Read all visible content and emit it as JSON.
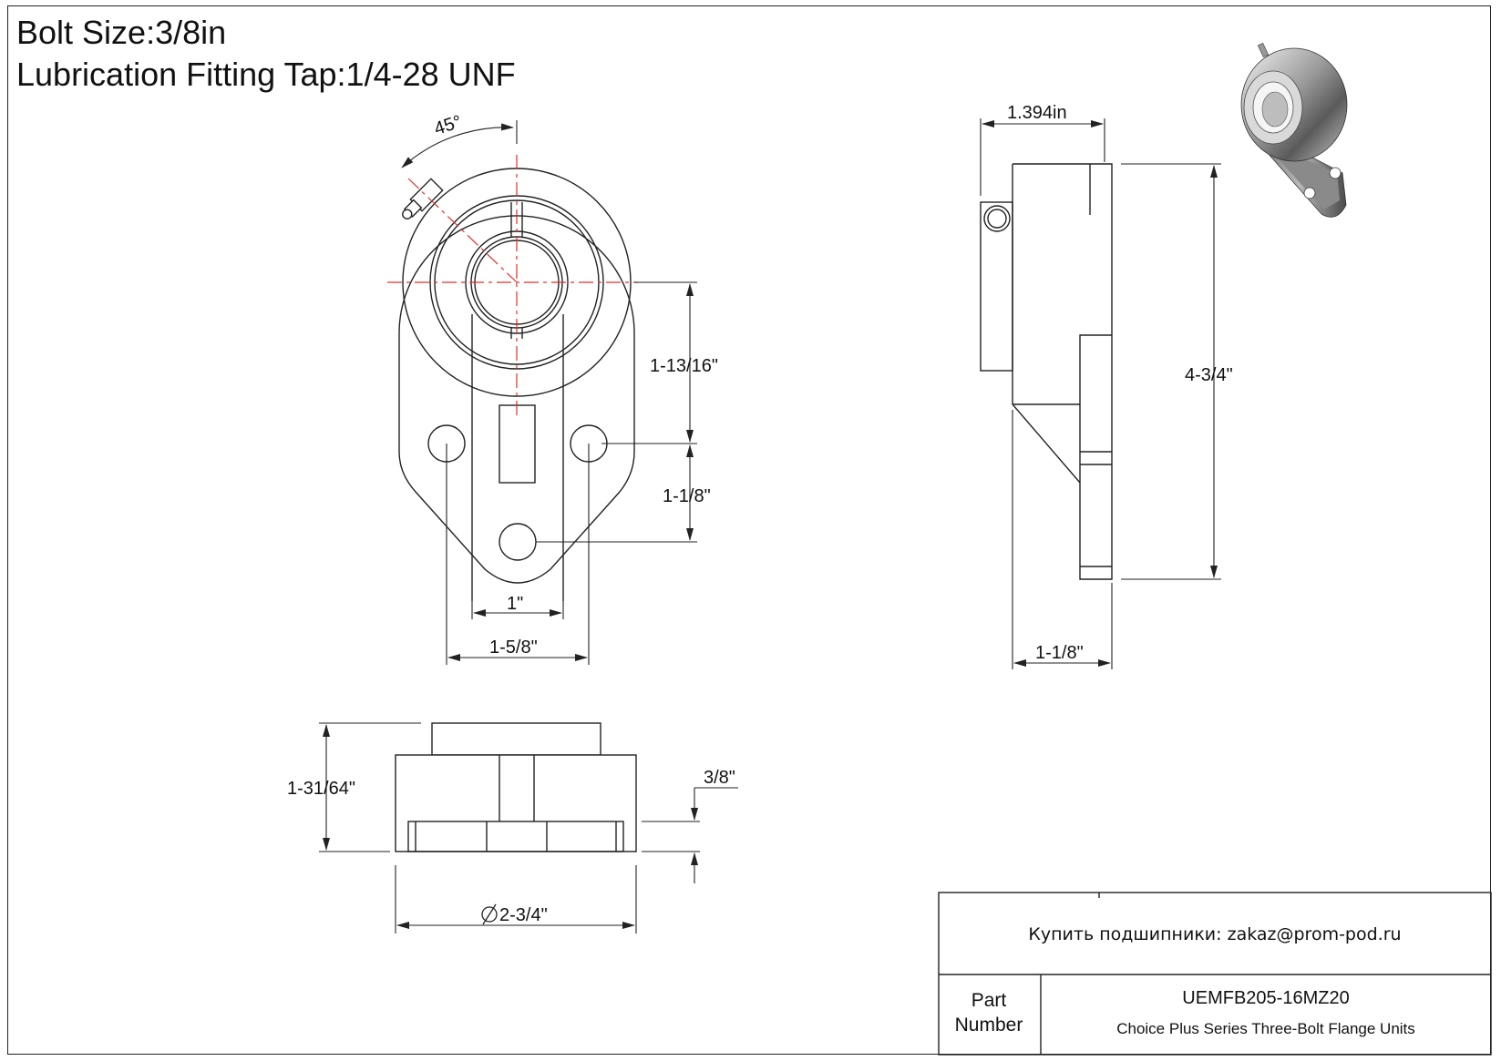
{
  "header": {
    "bolt_size": "Bolt Size:3/8in",
    "lubrication": "Lubrication Fitting Tap:1/4-28 UNF"
  },
  "dimensions": {
    "angle": "45°",
    "d_1_13_16": "1-13/16\"",
    "d_1_1_8_front": "1-1/8\"",
    "d_1": "1\"",
    "d_1_5_8": "1-5/8\"",
    "d_1_394": "1.394in",
    "d_4_3_4": "4-3/4\"",
    "d_1_1_8_side": "1-1/8\"",
    "d_1_31_64": "1-31/64\"",
    "d_3_8": "3/8\"",
    "d_2_3_4": "2-3/4\""
  },
  "title_block": {
    "contact": "Купить подшипники: zakaz@prom-pod.ru",
    "part_label_line1": "Part",
    "part_label_line2": "Number",
    "part_number": "UEMFB205-16MZ20",
    "description": "Choice Plus Series Three-Bolt Flange Units"
  },
  "colors": {
    "line": "#222222",
    "centerline": "#e0302a",
    "background": "#ffffff"
  }
}
